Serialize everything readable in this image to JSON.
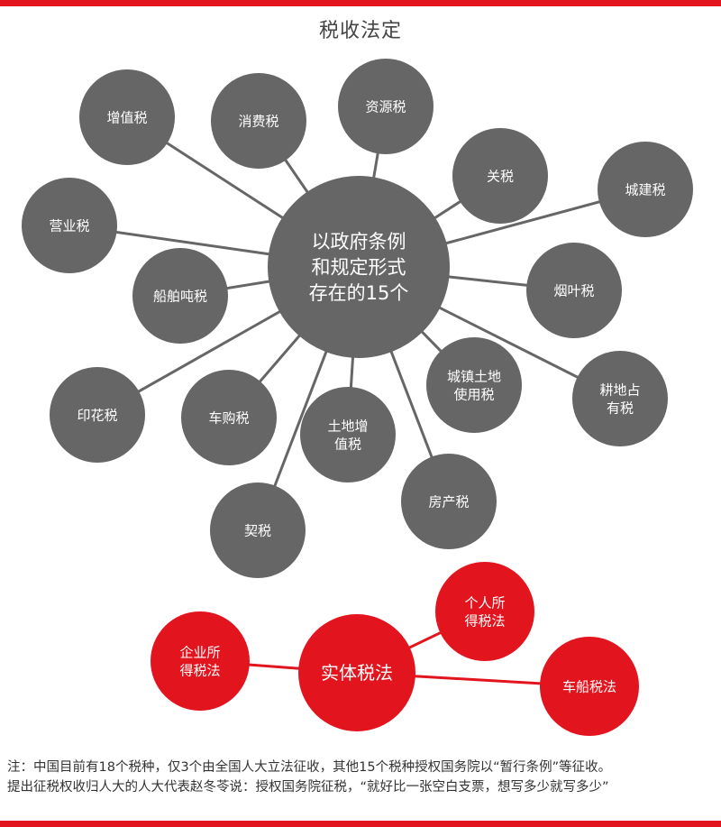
{
  "title": "税收法定",
  "colors": {
    "accent": "#e2151f",
    "node_gray": "#666666",
    "node_red": "#e2151f",
    "line_gray": "#666666"
  },
  "hub": {
    "label_lines": [
      "以政府条例",
      "和规定形式",
      "存在的15个"
    ]
  },
  "taxes": [
    {
      "id": "zengzhi",
      "lines": [
        "增值税"
      ]
    },
    {
      "id": "xiaofei",
      "lines": [
        "消费税"
      ]
    },
    {
      "id": "ziyuan",
      "lines": [
        "资源税"
      ]
    },
    {
      "id": "guan",
      "lines": [
        "关税"
      ]
    },
    {
      "id": "chengjian",
      "lines": [
        "城建税"
      ]
    },
    {
      "id": "yingye",
      "lines": [
        "营业税"
      ]
    },
    {
      "id": "chuanbodun",
      "lines": [
        "船舶吨税"
      ]
    },
    {
      "id": "yanye",
      "lines": [
        "烟叶税"
      ]
    },
    {
      "id": "yinhua",
      "lines": [
        "印花税"
      ]
    },
    {
      "id": "chegou",
      "lines": [
        "车购税"
      ]
    },
    {
      "id": "tudizengzhi",
      "lines": [
        "土地增",
        "值税"
      ]
    },
    {
      "id": "chengzhentudi",
      "lines": [
        "城镇土地",
        "使用税"
      ]
    },
    {
      "id": "gengdizhan",
      "lines": [
        "耕地占",
        "有税"
      ]
    },
    {
      "id": "fangchan",
      "lines": [
        "房产税"
      ]
    },
    {
      "id": "qi",
      "lines": [
        "契税"
      ]
    }
  ],
  "law_hub": {
    "label_lines": [
      "实体税法"
    ]
  },
  "laws": [
    {
      "id": "qiye",
      "lines": [
        "企业所",
        "得税法"
      ]
    },
    {
      "id": "geren",
      "lines": [
        "个人所",
        "得税法"
      ]
    },
    {
      "id": "chechuan",
      "lines": [
        "车船税法"
      ]
    }
  ],
  "note": {
    "line1": "注：中国目前有18个税种，仅3个由全国人大立法征收，其他15个税种授权国务院以“暂行条例”等征收。",
    "line2": "提出征税权收归人大的人大代表赵冬苓说：授权国务院征税，“就好比一张空白支票，想写多少就写多少”"
  }
}
